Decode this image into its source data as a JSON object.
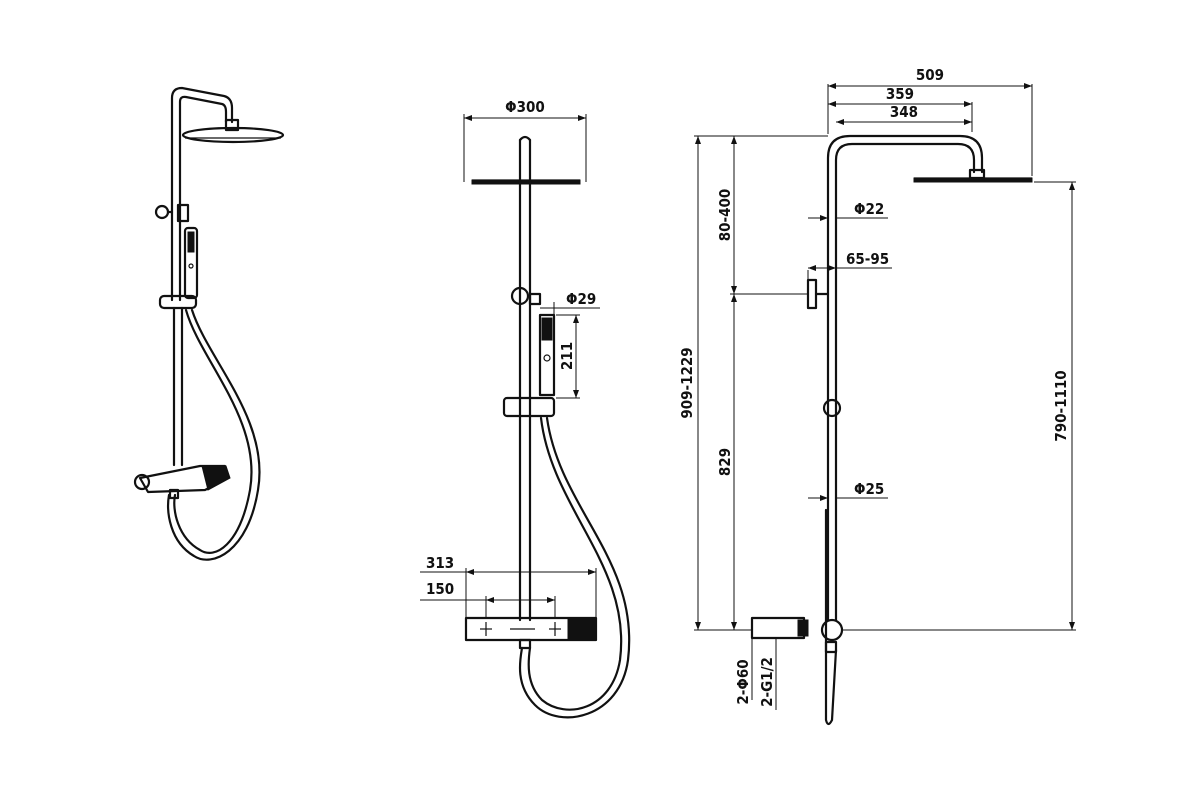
{
  "dimensions": {
    "front": {
      "head_diameter": "Φ300",
      "hand_shower_diameter": "Φ29",
      "hand_shower_length": "211",
      "mixer_length": "313",
      "inlet_spacing": "150"
    },
    "side": {
      "total_projection": "509",
      "arm_outer": "359",
      "arm_inner": "348",
      "pipe_upper_diameter": "Φ22",
      "bracket_offset": "65-95",
      "pipe_lower_diameter": "Φ25",
      "overall_height": "909-1229",
      "upper_adjust": "80-400",
      "lower_height": "829",
      "head_height": "790-1110",
      "escutcheon_diameter": "2-Φ60",
      "thread_size": "2-G1/2"
    }
  }
}
